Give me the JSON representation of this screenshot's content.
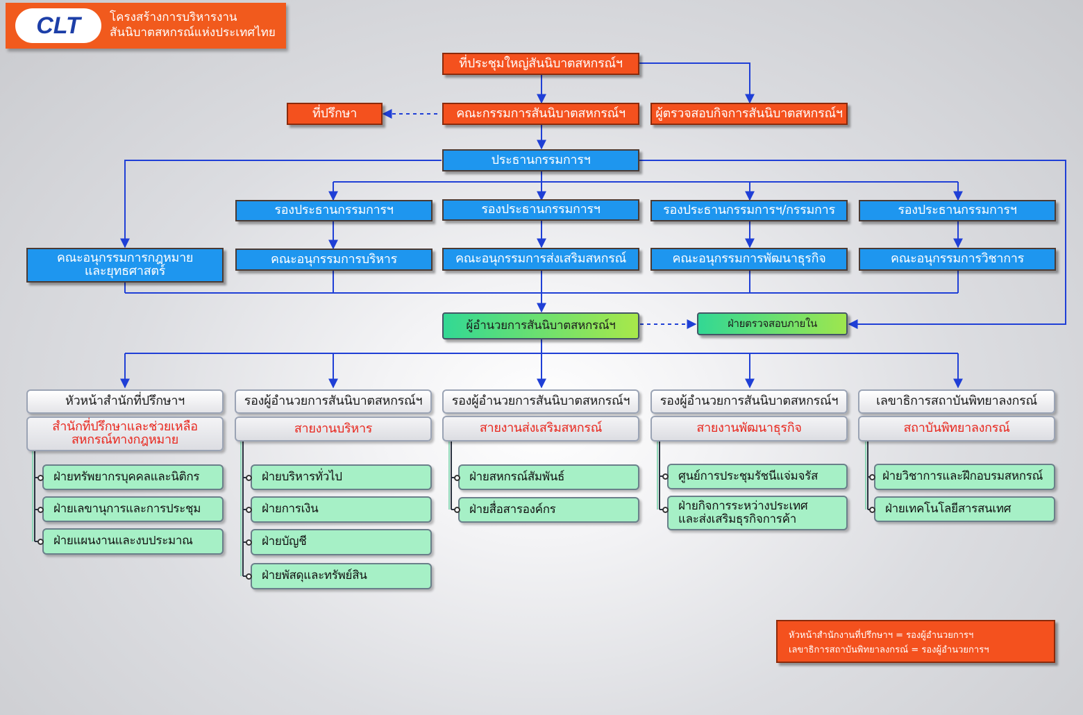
{
  "header": {
    "logo_text": "CLT",
    "title_line1": "โครงสร้างการบริหารงาน",
    "title_line2": "สันนิบาตสหกรณ์แห่งประเทศไทย"
  },
  "top": {
    "general_assembly": "ที่ประชุมใหญ่สันนิบาตสหกรณ์ฯ",
    "advisor": "ที่ปรึกษา",
    "board": "คณะกรรมการสันนิบาตสหกรณ์ฯ",
    "inspector": "ผู้ตรวจสอบกิจการสันนิบาตสหกรณ์ฯ",
    "chairman": "ประธานกรรมการฯ"
  },
  "vice_chairs": [
    "รองประธานกรรมการฯ",
    "รองประธานกรรมการฯ",
    "รองประธานกรรมการฯ/กรรมการ",
    "รองประธานกรรมการฯ"
  ],
  "subcommittees": {
    "law_line1": "คณะอนุกรรมการกฎหมาย",
    "law_line2": "และยุทธศาสตร์",
    "admin": "คณะอนุกรรมการบริหาร",
    "promotion": "คณะอนุกรรมการส่งเสริมสหกรณ์",
    "business": "คณะอนุกรรมการพัฒนาธุรกิจ",
    "academic": "คณะอนุกรรมการวิชาการ"
  },
  "director": "ผู้อำนวยการสันนิบาตสหกรณ์ฯ",
  "internal_audit": "ฝ่ายตรวจสอบภายใน",
  "columns": [
    {
      "head": "หัวหน้าสำนักที่ปรึกษาฯ",
      "unit_line1": "สำนักที่ปรึกษาและช่วยเหลือ",
      "unit_line2": "สหกรณ์ทางกฎหมาย",
      "depts": [
        "ฝ่ายทรัพยากรบุคคลและนิติกร",
        "ฝ่ายเลขานุการและการประชุม",
        "ฝ่ายแผนงานและงบประมาณ"
      ]
    },
    {
      "head": "รองผู้อำนวยการสันนิบาตสหกรณ์ฯ",
      "unit_line1": "สายงานบริหาร",
      "unit_line2": "",
      "depts": [
        "ฝ่ายบริหารทั่วไป",
        "ฝ่ายการเงิน",
        "ฝ่ายบัญชี",
        "ฝ่ายพัสดุและทรัพย์สิน"
      ]
    },
    {
      "head": "รองผู้อำนวยการสันนิบาตสหกรณ์ฯ",
      "unit_line1": "สายงานส่งเสริมสหกรณ์",
      "unit_line2": "",
      "depts": [
        "ฝ่ายสหกรณ์สัมพันธ์",
        "ฝ่ายสื่อสารองค์กร"
      ]
    },
    {
      "head": "รองผู้อำนวยการสันนิบาตสหกรณ์ฯ",
      "unit_line1": "สายงานพัฒนาธุรกิจ",
      "unit_line2": "",
      "depts": [
        "ศูนย์การประชุมรัชนีแจ่มจรัส",
        "ฝ่ายกิจการระหว่างประเทศ\nและส่งเสริมธุรกิจการค้า"
      ]
    },
    {
      "head": "เลขาธิการสถาบันพิทยาลงกรณ์",
      "unit_line1": "สถาบันพิทยาลงกรณ์",
      "unit_line2": "",
      "depts": [
        "ฝ่ายวิชาการและฝึกอบรมสหกรณ์",
        "ฝ่ายเทคโนโลยีสารสนเทศ"
      ]
    }
  ],
  "note": {
    "line1": "หัวหน้าสำนักงานที่ปรึกษาฯ = รองผู้อำนวยการฯ",
    "line2": "เลขาธิการสถาบันพิทยาลงกรณ์ = รองผู้อำนวยการฯ"
  },
  "colors": {
    "orange": "#f4511e",
    "blue": "#1e96ef",
    "connector": "#1f3fd6",
    "red_text": "#e8261d"
  }
}
